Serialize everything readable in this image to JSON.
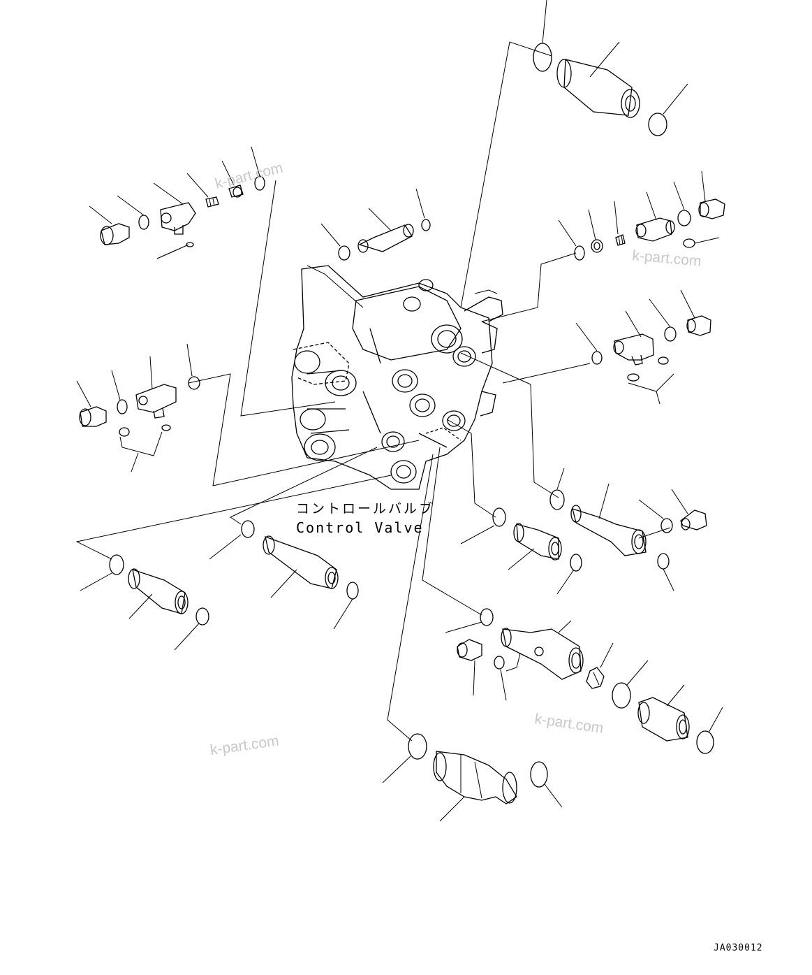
{
  "diagram": {
    "label_jp": "コントロールバルブ",
    "label_en": "Control Valve",
    "drawing_code": "JA030012",
    "watermark": "k-part.com",
    "line_color": "#000000",
    "watermark_color": "#c8c8c8"
  }
}
